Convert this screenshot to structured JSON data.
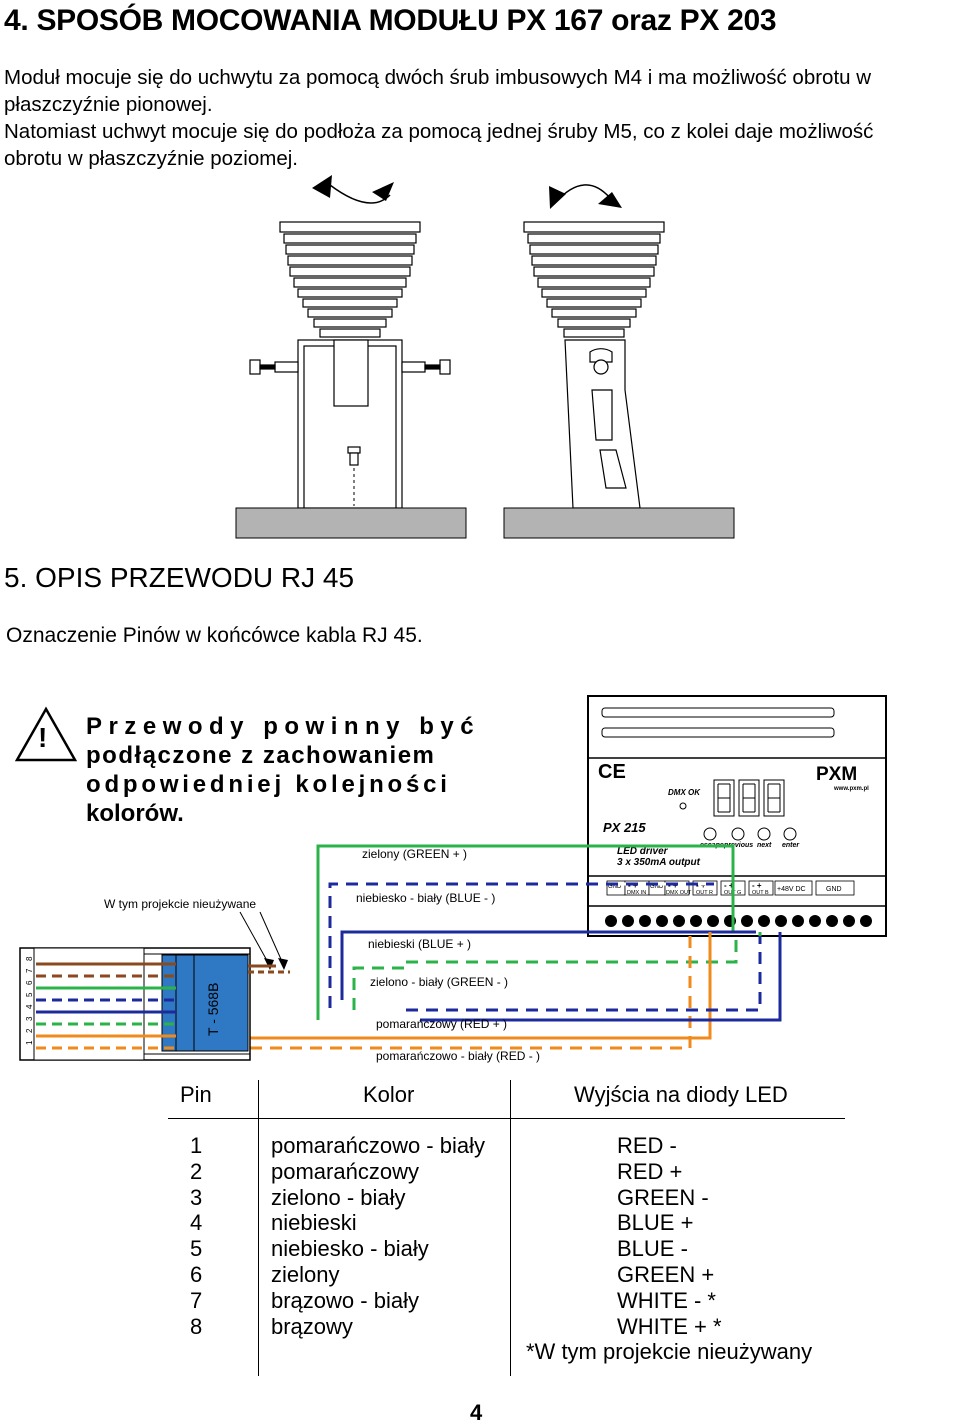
{
  "section4": {
    "heading": "4. SPOSÓB MOCOWANIA MODUŁU PX 167 oraz PX 203",
    "lines": [
      "Moduł mocuje się do uchwytu za pomocą dwóch śrub imbusowych M4 i ma możliwość obrotu w",
      "płaszczyźnie pionowej.",
      "Natomiast uchwyt mocuje się do podłoża za pomocą jednej śruby M5, co z kolei daje możliwość",
      "obrotu  w płaszczyźnie poziomej."
    ]
  },
  "section5": {
    "heading": "5. OPIS PRZEWODU RJ 45",
    "subtitle": "Oznaczenie Pinów w końcówce kabla RJ 45."
  },
  "warning": {
    "icon": "warning-triangle-icon",
    "symbol": "!",
    "lines": [
      "Przewody powinny być",
      "podłączone z zachowaniem",
      "odpowiedniej kolejności",
      "kolorów."
    ]
  },
  "diagram": {
    "device": {
      "model": "PX 215",
      "desc1": "LED driver",
      "desc2": "3 x 350mA output",
      "dmx_ok": "DMX OK",
      "ce": "CE",
      "logo": "PXM",
      "website": "www.pxm.pl",
      "buttons": [
        "escape",
        "previous",
        "next",
        "enter"
      ],
      "terminals": [
        {
          "label": "GND",
          "signs": ""
        },
        {
          "label": "DMX IN",
          "signs": "- +"
        },
        {
          "label": "GND",
          "signs": ""
        },
        {
          "label": "DMX OUT",
          "signs": "- +"
        },
        {
          "label": "OUT R",
          "signs": "- +"
        },
        {
          "label": "OUT G",
          "signs": "- +"
        },
        {
          "label": "OUT B",
          "signs": "- +"
        },
        {
          "label": "+48V DC",
          "signs": ""
        },
        {
          "label": "GND",
          "signs": ""
        }
      ]
    },
    "connector_label": "T - 568B",
    "pin_numbers": [
      "1",
      "2",
      "3",
      "4",
      "5",
      "6",
      "7",
      "8"
    ],
    "unused_label": "W tym projekcie nieużywane",
    "wire_labels": [
      "zielony (GREEN + )",
      "niebiesko - biały (BLUE - )",
      "niebieski (BLUE + )",
      "zielono - biały (GREEN - )",
      "pomarańczowy (RED + )",
      "pomarańczowo - biały (RED - )"
    ],
    "colors": {
      "green": "#2bb34a",
      "blue": "#1c2a9c",
      "orange": "#f08a1c",
      "brown": "#8a4a1e",
      "connector": "#2f78c4"
    }
  },
  "table": {
    "headers": [
      "Pin",
      "Kolor",
      "Wyjścia na diody LED"
    ],
    "rows": [
      {
        "pin": "1",
        "color": "pomarańczowo - biały",
        "output": "RED -"
      },
      {
        "pin": "2",
        "color": "pomarańczowy",
        "output": "RED +"
      },
      {
        "pin": "3",
        "color": "zielono - biały",
        "output": "GREEN -"
      },
      {
        "pin": "4",
        "color": "niebieski",
        "output": "BLUE +"
      },
      {
        "pin": "5",
        "color": "niebiesko - biały",
        "output": "BLUE -"
      },
      {
        "pin": "6",
        "color": "zielony",
        "output": "GREEN +"
      },
      {
        "pin": "7",
        "color": "brązowo - biały",
        "output": "WHITE - *"
      },
      {
        "pin": "8",
        "color": "brązowy",
        "output": "WHITE + *"
      }
    ],
    "footnote": "*W tym projekcie nieużywany"
  },
  "page_number": "4"
}
